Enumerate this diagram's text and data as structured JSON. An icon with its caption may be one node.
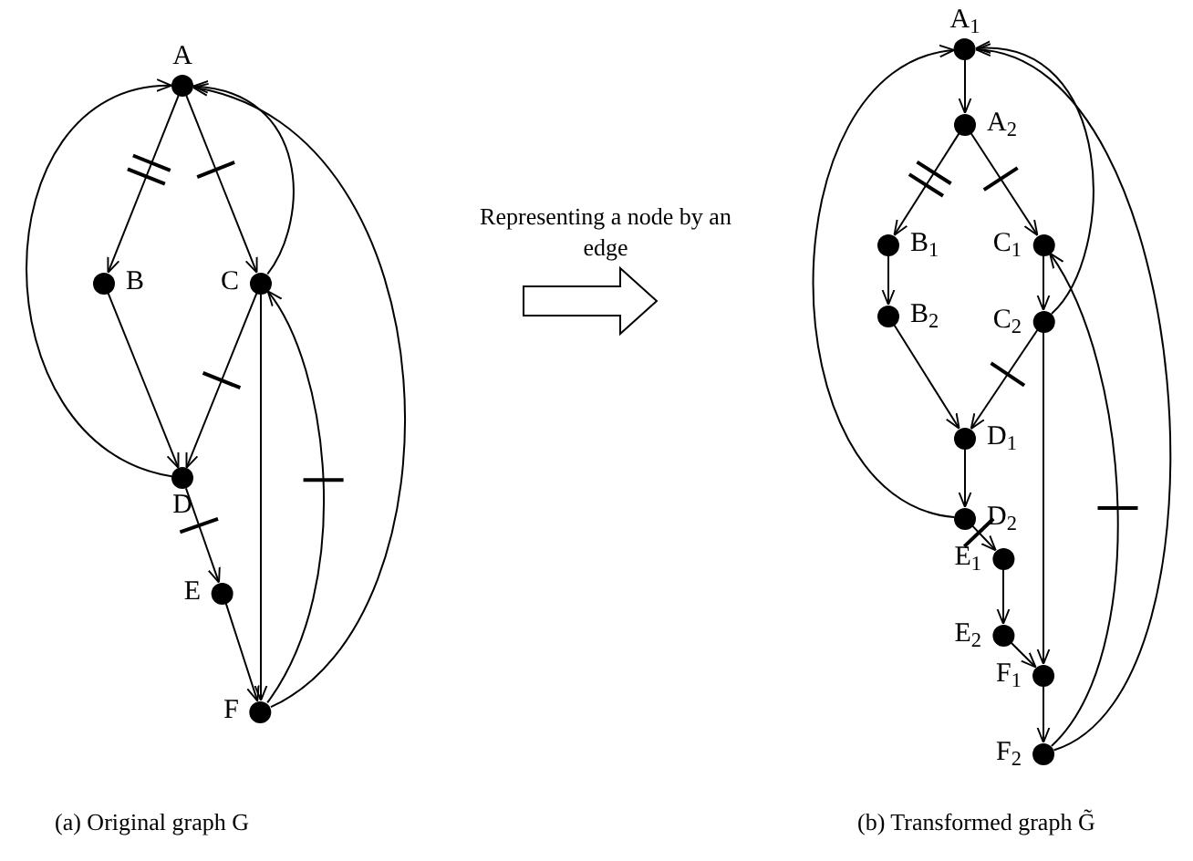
{
  "diagram": {
    "nodes": [
      {
        "text": [
          "A"
        ]
      },
      {
        "text": [
          "B"
        ]
      },
      {
        "text": [
          "C"
        ]
      },
      {
        "text": [
          "D"
        ]
      },
      {
        "text": [
          "E"
        ]
      },
      {
        "text": [
          "F"
        ]
      },
      {
        "text": [
          "A$_{1}$"
        ]
      },
      {
        "text": [
          "A$_{2}$"
        ]
      },
      {
        "text": [
          "B$_{1}$"
        ]
      },
      {
        "text": [
          "C$_{1}$"
        ]
      },
      {
        "text": [
          "B$_{2}$"
        ]
      },
      {
        "text": [
          "C$_{2}$"
        ]
      },
      {
        "text": [
          "D$_{1}$"
        ]
      },
      {
        "text": [
          "D$_{2}$"
        ]
      },
      {
        "text": [
          "E$_{1}$"
        ]
      },
      {
        "text": [
          "E$_{2}$"
        ]
      },
      {
        "text": [
          "F$_{1}$"
        ]
      },
      {
        "text": [
          "F$_{2}$"
        ]
      }
    ],
    "edges": [
      {
        "from": 0,
        "to": 1,
        "arrow": "to"
      },
      {
        "from": 0,
        "to": 2,
        "arrow": "to"
      },
      {
        "from": 2,
        "to": 0,
        "arrow": "to"
      },
      {
        "from": 3,
        "to": 0,
        "arrow": "to"
      },
      {
        "from": 1,
        "to": 3,
        "arrow": "to"
      },
      {
        "from": 2,
        "to": 3,
        "arrow": "to"
      },
      {
        "from": 3,
        "to": 4,
        "arrow": "to"
      },
      {
        "from": 4,
        "to": 5,
        "arrow": "to"
      },
      {
        "from": 2,
        "to": 5,
        "arrow": "to"
      },
      {
        "from": 5,
        "to": 2,
        "arrow": "to"
      },
      {
        "from": 5,
        "to": 0,
        "arrow": "to"
      },
      {
        "from": 6,
        "to": 7,
        "arrow": "to"
      },
      {
        "from": 7,
        "to": 8,
        "arrow": "to"
      },
      {
        "from": 7,
        "to": 9,
        "arrow": "to"
      },
      {
        "from": 8,
        "to": 10,
        "arrow": "to"
      },
      {
        "from": 9,
        "to": 11,
        "arrow": "to"
      },
      {
        "from": 11,
        "to": 6,
        "arrow": "to"
      },
      {
        "from": 10,
        "to": 12,
        "arrow": "to"
      },
      {
        "from": 11,
        "to": 12,
        "arrow": "to"
      },
      {
        "from": 12,
        "to": 13,
        "arrow": "to"
      },
      {
        "from": 13,
        "to": 6,
        "arrow": "to"
      },
      {
        "from": 13,
        "to": 14,
        "arrow": "to"
      },
      {
        "from": 14,
        "to": 15,
        "arrow": "to"
      },
      {
        "from": 15,
        "to": 16,
        "arrow": "to"
      },
      {
        "from": 11,
        "to": 16,
        "arrow": "to"
      },
      {
        "from": 16,
        "to": 17,
        "arrow": "to"
      },
      {
        "from": 17,
        "to": 9,
        "arrow": "to"
      },
      {
        "from": 17,
        "to": 6,
        "arrow": "to"
      }
    ],
    "labels": [
      "Representing a node by an edge",
      "(a) Original graph G",
      "(b) Transformed graph G̃"
    ]
  }
}
